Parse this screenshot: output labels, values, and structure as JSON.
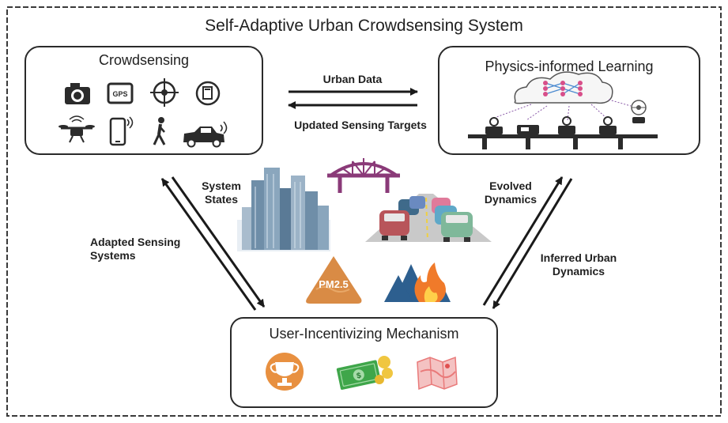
{
  "title": "Self-Adaptive Urban Crowdsensing System",
  "boxes": {
    "crowdsensing": "Crowdsensing",
    "physics_learning": "Physics-informed Learning",
    "incentive": "User-Incentivizing Mechanism"
  },
  "arrows": {
    "urban_data": "Urban Data",
    "updated_targets": "Updated Sensing Targets",
    "system_states_line1": "System",
    "system_states_line2": "States",
    "adapted_line1": "Adapted Sensing",
    "adapted_line2": "Systems",
    "evolved_line1": "Evolved",
    "evolved_line2": "Dynamics",
    "inferred_line1": "Inferred Urban",
    "inferred_line2": "Dynamics"
  },
  "icons": {
    "gps_text": "GPS",
    "pm25_text": "PM2.5",
    "dollar_text": "$"
  },
  "icon_names": [
    "camera-icon",
    "gps-icon",
    "compass-icon",
    "sensor-icon",
    "drone-icon",
    "phone-icon",
    "pedestrian-icon",
    "car-icon",
    "buildings-icon",
    "bridge-icon",
    "traffic-icon",
    "pm25-icon",
    "wildfire-icon",
    "trophy-icon",
    "money-icon",
    "map-icon",
    "cloud-network-icon",
    "vehicle-icon",
    "robot-icon"
  ],
  "colors": {
    "arrow": "#1a1a1a",
    "box_border": "#2a2a2a",
    "bridge": "#8a3a78",
    "pm25": "#d98b45",
    "fire": "#f07a2a",
    "trees": "#2d5f8f",
    "trophy": "#e89040",
    "money": "#3fa64a",
    "map": "#e97a7a"
  }
}
